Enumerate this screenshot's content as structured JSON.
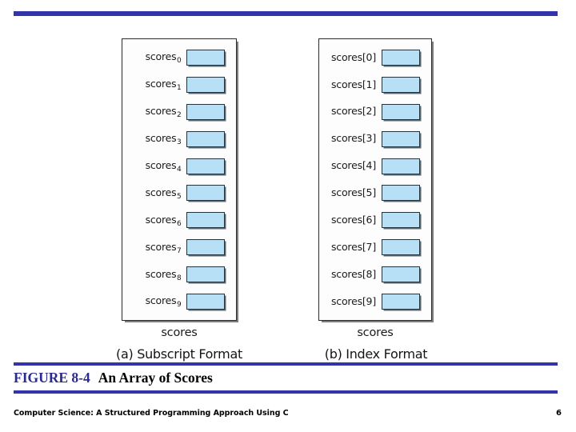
{
  "slide": {
    "page_number": "6",
    "footer": "Computer Science: A Structured Programming Approach Using C",
    "accent_color": "#3333aa",
    "figure_number_color": "#2a2a90",
    "cell_fill_color": "#b7e0f7"
  },
  "figure": {
    "number": "FIGURE 8-4",
    "title": "An Array of Scores"
  },
  "panels": [
    {
      "id": "subscript",
      "array_name": "scores",
      "caption": "(a) Subscript Format",
      "rows": [
        {
          "base": "scores",
          "sub": "0",
          "full": "scores0"
        },
        {
          "base": "scores",
          "sub": "1",
          "full": "scores1"
        },
        {
          "base": "scores",
          "sub": "2",
          "full": "scores2"
        },
        {
          "base": "scores",
          "sub": "3",
          "full": "scores3"
        },
        {
          "base": "scores",
          "sub": "4",
          "full": "scores4"
        },
        {
          "base": "scores",
          "sub": "5",
          "full": "scores5"
        },
        {
          "base": "scores",
          "sub": "6",
          "full": "scores6"
        },
        {
          "base": "scores",
          "sub": "7",
          "full": "scores7"
        },
        {
          "base": "scores",
          "sub": "8",
          "full": "scores8"
        },
        {
          "base": "scores",
          "sub": "9",
          "full": "scores9"
        }
      ]
    },
    {
      "id": "index",
      "array_name": "scores",
      "caption": "(b) Index Format",
      "rows": [
        {
          "full": "scores[0]"
        },
        {
          "full": "scores[1]"
        },
        {
          "full": "scores[2]"
        },
        {
          "full": "scores[3]"
        },
        {
          "full": "scores[4]"
        },
        {
          "full": "scores[5]"
        },
        {
          "full": "scores[6]"
        },
        {
          "full": "scores[7]"
        },
        {
          "full": "scores[8]"
        },
        {
          "full": "scores[9]"
        }
      ]
    }
  ]
}
